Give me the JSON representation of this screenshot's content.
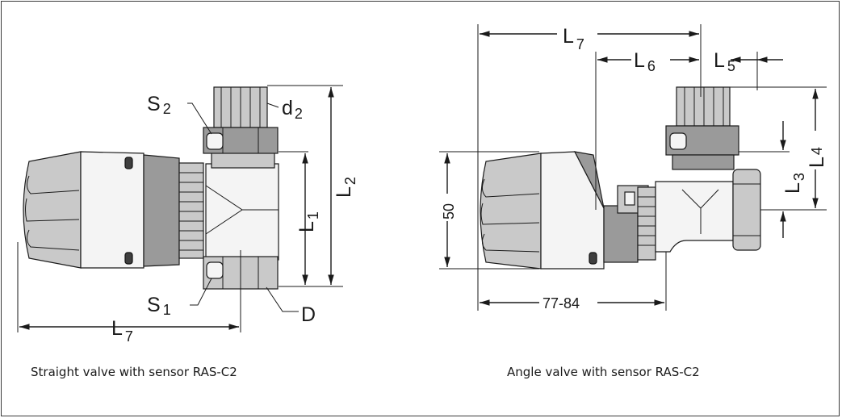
{
  "captions": {
    "straight": "Straight valve with sensor RAS-C2",
    "angle": "Angle valve with sensor RAS-C2"
  },
  "straight_labels": {
    "s2_main": "S",
    "s2_sub": "2",
    "d2_main": "d",
    "d2_sub": "2",
    "l2_main": "L",
    "l2_sub": "2",
    "l1_main": "L",
    "l1_sub": "1",
    "s1_main": "S",
    "s1_sub": "1",
    "d": "D",
    "l7_main": "L",
    "l7_sub": "7"
  },
  "angle_labels": {
    "l7_main": "L",
    "l7_sub": "7",
    "l6_main": "L",
    "l6_sub": "6",
    "l5_main": "L",
    "l5_sub": "5",
    "l4_main": "L",
    "l4_sub": "4",
    "l3_main": "L",
    "l3_sub": "3",
    "height": "50",
    "width": "77-84"
  }
}
